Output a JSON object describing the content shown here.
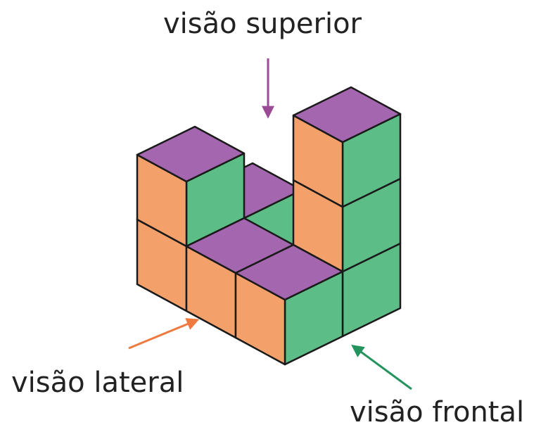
{
  "labels": {
    "top_view": "visão superior",
    "side_view": "visão lateral",
    "front_view": "visão frontal"
  },
  "colors": {
    "top_face": "#A466AE",
    "side_face": "#F4A06B",
    "front_face": "#5CBD86",
    "edge": "#1a1a1a",
    "arrow_top": "#9B4A96",
    "arrow_side": "#EE7A3F",
    "arrow_front": "#23945D"
  }
}
